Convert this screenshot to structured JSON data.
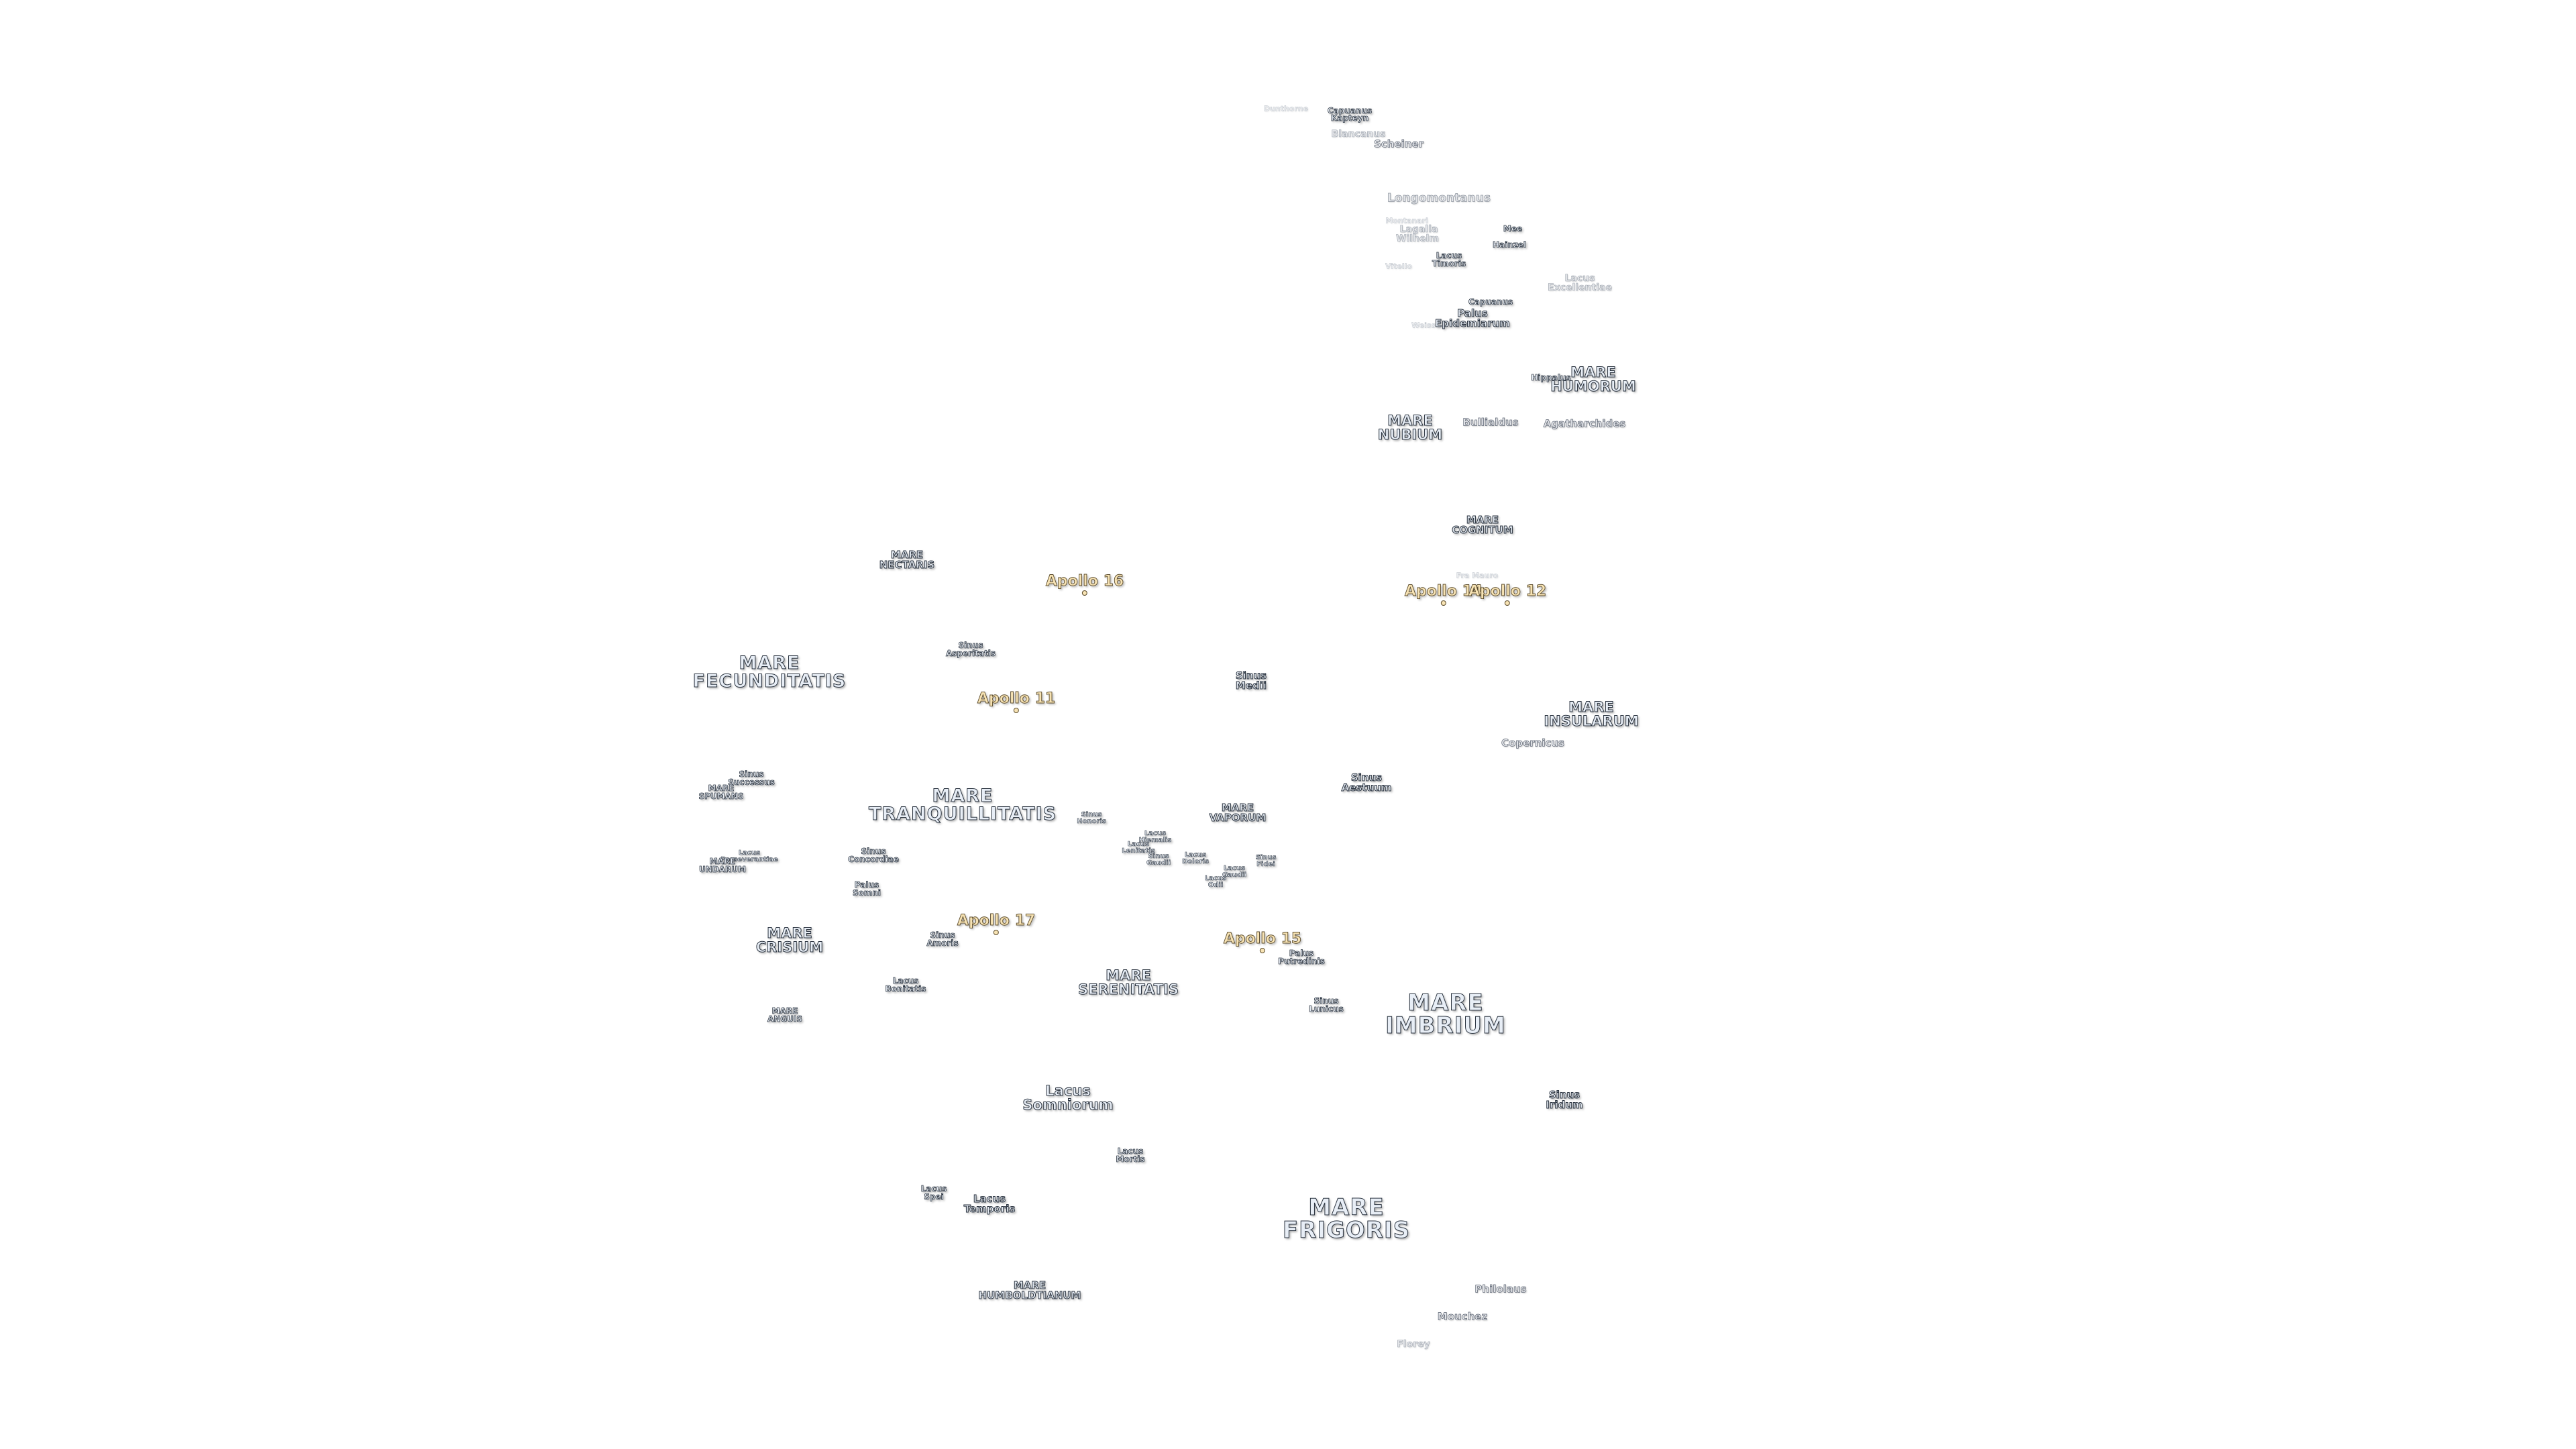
{
  "map": {
    "labels": {
      "dunthorne": "Dunthorne",
      "capuanus": "Capuanus",
      "kapteyn": "Kapteyn",
      "blancanus": "Blancanus",
      "scheiner": "Scheiner",
      "longomontanus": "Longomontanus",
      "montanari": "Montanari",
      "lagalla": "Lagalla",
      "wilhelm": "Wilhelm",
      "mee": "Mee",
      "hainzel": "Hainzel",
      "lacus_timoris": "Lacus\nTimoris",
      "vitello": "Vitello",
      "lacus_excellentiae": "Lacus\nExcellentiae",
      "capuanus_2": "Capuanus",
      "palus_epidemiarum": "Palus\nEpidemiarum",
      "weiss": "Weiss",
      "hippalus": "Hippalus",
      "mare_humorum": "MARE\nHUMORUM",
      "mare_nubium": "MARE\nNUBIUM",
      "bullialdus": "Bullialdus",
      "agatharchides": "Agatharchides",
      "mare_cognitum": "MARE\nCOGNITUM",
      "fra_mauro": "Fra Mauro",
      "mare_nectaris": "MARE\nNECTARIS",
      "apollo_16": "Apollo 16",
      "apollo_14": "Apollo 14",
      "apollo_12": "Apollo 12",
      "sinus_asperitatis": "Sinus\nAsperitatis",
      "mare_fecunditatis": "MARE\nFECUNDITATIS",
      "apollo_11": "Apollo 11",
      "sinus_medii": "Sinus\nMedii",
      "mare_insularum": "MARE\nINSULARUM",
      "copernicus": "Copernicus",
      "sinus_aestuum": "Sinus\nAestuum",
      "sinus_successus": "Sinus\nSuccessus",
      "mare_spumans": "MARE\nSPUMANS",
      "mare_tranquillitatis": "MARE\nTRANQUILLITATIS",
      "sinus_honoris": "Sinus\nHonoris",
      "mare_vaporum": "MARE\nVAPORUM",
      "lacus_hiemalis": "Lacus\nHiemalis",
      "lacus_lenitatis": "Lacus\nLenitatis",
      "lacus_doloris": "Lacus\nDoloris",
      "sinus_gaudii": "Sinus\nGaudii",
      "sinus_fidei": "Sinus\nFidei",
      "lacus_gaudii": "Lacus\nGaudii",
      "lacus_odii": "Lacus\nOdii",
      "sinus_concordiae": "Sinus\nConcordiae",
      "lacus_perseverantiae": "Lacus\nPerseverantiae",
      "mare_undarum": "MARE\nUNDARUM",
      "palus_somni": "Palus\nSomni",
      "apollo_17": "Apollo 17",
      "sinus_amoris": "Sinus\nAmoris",
      "apollo_15": "Apollo 15",
      "palus_putredinis": "Palus\nPutredinis",
      "mare_crisium": "MARE\nCRISIUM",
      "mare_serenitatis": "MARE\nSERENITATIS",
      "lacus_bonitatis": "Lacus\nBonitatis",
      "sinus_lunicus": "Sinus\nLunicus",
      "mare_imbrium": "MARE\nIMBRIUM",
      "mare_anguis": "MARE\nANGUIS",
      "lacus_somniorum": "Lacus\nSomniorum",
      "sinus_iridum": "Sinus\nIridum",
      "lacus_mortis": "Lacus\nMortis",
      "lacus_spei": "Lacus\nSpei",
      "lacus_temporis": "Lacus\nTemporis",
      "mare_frigoris": "MARE\nFRIGORIS",
      "mare_humboldtianum": "MARE\nHUMBOLDTIANUM",
      "philolaus": "Philolaus",
      "mouchez": "Mouchez",
      "florey": "Florey"
    }
  }
}
